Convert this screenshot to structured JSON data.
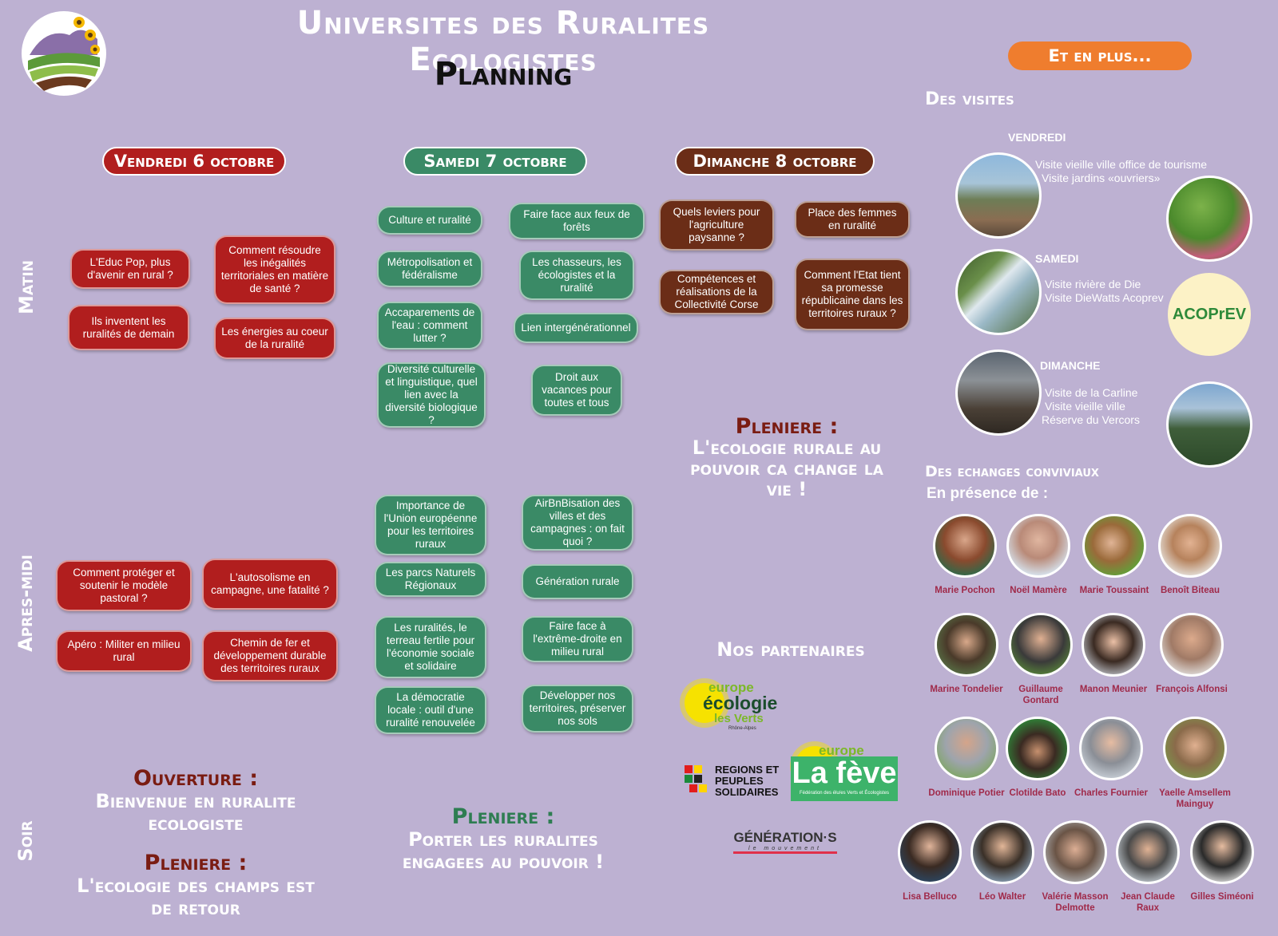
{
  "header": {
    "title": "Universites des Ruralites Ecologistes",
    "subtitle": "Planning"
  },
  "days": {
    "friday": "Vendredi 6 octobre",
    "saturday": "Samedi 7 octobre",
    "sunday": "Dimanche 8 octobre"
  },
  "periods": {
    "morning": "Matin",
    "afternoon": "Apres-midi",
    "evening": "Soir"
  },
  "friday": {
    "morning": [
      "L'Educ Pop, plus d'avenir en rural ?",
      "Comment résoudre les inégalités territoriales en matière de santé ?",
      "Ils inventent les ruralités de demain",
      "Les énergies au coeur de la ruralité"
    ],
    "afternoon": [
      "Comment protéger et soutenir le modèle pastoral ?",
      "L'autosolisme en campagne, une fatalité ?",
      "Apéro : Militer en milieu rural",
      "Chemin de fer et développement durable des territoires ruraux"
    ],
    "evening": {
      "opening_head": "Ouverture :",
      "opening_text": "Bienvenue en ruralite ecologiste",
      "plenary_head": "Pleniere :",
      "plenary_text": "L'ecologie des champs est de retour"
    }
  },
  "saturday": {
    "morning": [
      "Culture et ruralité",
      "Faire face aux feux de forêts",
      "Métropolisation et fédéralisme",
      "Les chasseurs, les écologistes et la ruralité",
      "Accaparements de l'eau : comment lutter ?",
      "Lien intergénérationnel",
      "Diversité culturelle et linguistique, quel lien avec la diversité biologique ?",
      "Droit aux vacances pour toutes et tous"
    ],
    "afternoon": [
      "Importance de l'Union européenne pour les territoires ruraux",
      "AirBnBisation des villes et des campagnes : on fait quoi ?",
      "Les parcs Naturels Régionaux",
      "Génération rurale",
      "Les ruralités, le terreau fertile pour l'économie sociale et solidaire",
      "Faire face à l'extrême-droite en milieu rural",
      "La démocratie locale : outil d'une ruralité renouvelée",
      "Développer nos territoires, préserver nos sols"
    ],
    "evening": {
      "plenary_head": "Pleniere :",
      "plenary_text": "Porter les ruralites engagees au pouvoir !"
    }
  },
  "sunday": {
    "morning": [
      "Quels leviers pour l'agriculture paysanne ?",
      "Place des femmes en ruralité",
      "Compétences et réalisations de la Collectivité Corse",
      "Comment l'Etat tient sa promesse républicaine dans les territoires ruraux ?"
    ],
    "plenary_head": "Pleniere :",
    "plenary_text": "L'ecologie rurale au pouvoir ca change la vie !"
  },
  "extras": {
    "badge": "Et en plus...",
    "visits_title": "Des visites",
    "visits": [
      {
        "day": "VENDREDI",
        "lines": [
          "Visite vieille ville office de tourisme",
          "Visite jardins «ouvriers»"
        ]
      },
      {
        "day": "SAMEDI",
        "lines": [
          "Visite rivière de Die",
          "Visite DieWatts Acoprev"
        ]
      },
      {
        "day": "DIMANCHE",
        "lines": [
          "Visite de la Carline",
          "Visite vieille ville",
          "Réserve du Vercors"
        ]
      }
    ],
    "acoprev_logo": "ACOPrEV",
    "exchanges_title": "Des echanges conviviaux",
    "exchanges_sub": "En présence de :",
    "people": [
      "Marie Pochon",
      "Noël Mamère",
      "Marie Toussaint",
      "Benoît Biteau",
      "Marine Tondelier",
      "Guillaume Gontard",
      "Manon Meunier",
      "François Alfonsi",
      "Dominique Potier",
      "Clotilde Bato",
      "Charles Fournier",
      "Yaelle Amsellem Mainguy",
      "Lisa Belluco",
      "Léo Walter",
      "Valérie Masson Delmotte",
      "Jean Claude Raux",
      "Gilles Siméoni"
    ]
  },
  "partners": {
    "title": "Nos partenaires",
    "eelv_1": "europe",
    "eelv_2": "écologie",
    "eelv_3": "les Verts",
    "eelv_region": "Rhône-Alpes",
    "rps": "REGIONS ET PEUPLES SOLIDAIRES",
    "lafeve": "La fève",
    "lafeve_sub": "Fédération des élu/es Verts et Écologistes",
    "generations": "GÉNÉRATION·S",
    "generations_sub": "le mouvement"
  },
  "colors": {
    "background": "#bdb1d2",
    "friday": "#b11e1e",
    "saturday": "#3a8a66",
    "sunday": "#6b2d17",
    "orange": "#ef7d2e"
  }
}
